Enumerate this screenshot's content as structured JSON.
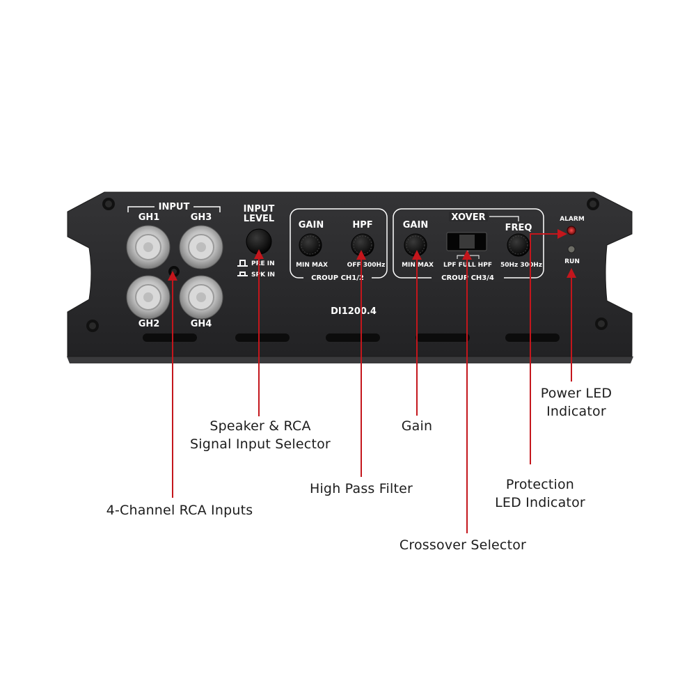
{
  "panel": {
    "input_group": "INPUT",
    "ch1": "GH1",
    "ch3": "GH3",
    "ch2": "GH2",
    "ch4": "GH4",
    "input_level_line1": "INPUT",
    "input_level_line2": "LEVEL",
    "pre_in": "PRE IN",
    "spk_in": "SPK IN",
    "gain_a": "GAIN",
    "hpf": "HPF",
    "gain_a_range": "MIN MAX",
    "hpf_range": "OFF 300Hz",
    "group_a": "CROUP CH1/2",
    "gain_b": "GAIN",
    "xover": "XOVER",
    "freq": "FREQ",
    "gain_b_range": "MIN MAX",
    "xover_modes": "LPF FULL HPF",
    "freq_range": "50Hz 300Hz",
    "group_b": "CROUP CH3/4",
    "alarm": "ALARM",
    "run": "RUN",
    "model": "DI1200.4"
  },
  "callouts": {
    "rca_inputs": "4-Channel RCA Inputs",
    "input_selector_line1": "Speaker & RCA",
    "input_selector_line2": "Signal Input Selector",
    "hpf": "High Pass Filter",
    "gain": "Gain",
    "crossover": "Crossover Selector",
    "protection_line1": "Protection",
    "protection_line2": "LED Indicator",
    "power_line1": "Power LED",
    "power_line2": "Indicator"
  },
  "colors": {
    "pointer": "#c4161c",
    "chassis": "#2b2b2d",
    "panel_text": "#ffffff"
  }
}
